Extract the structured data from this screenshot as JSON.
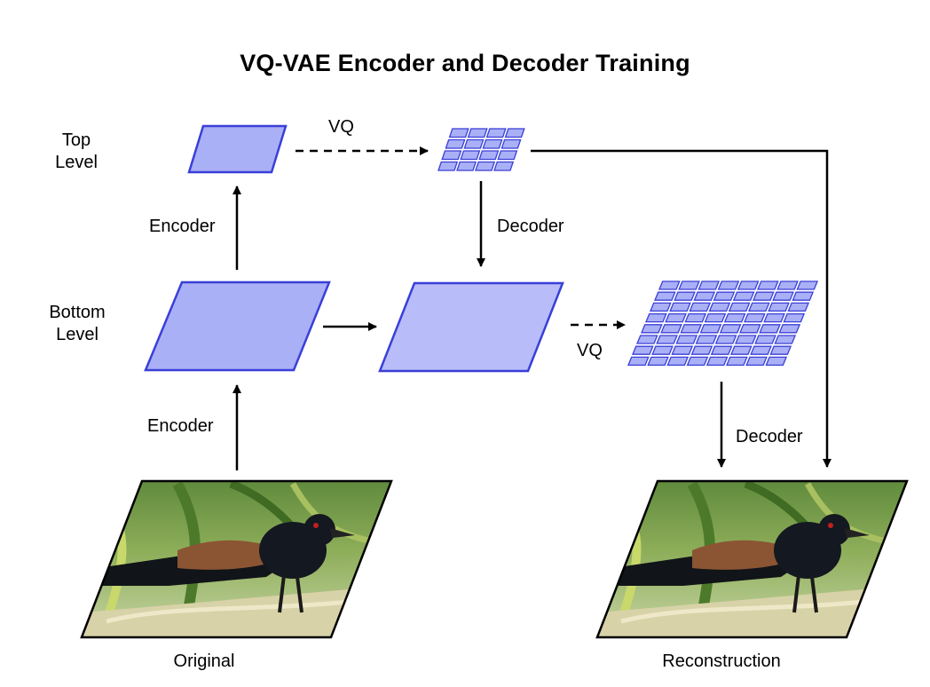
{
  "title": "VQ-VAE Encoder and Decoder Training",
  "levels": {
    "top_line1": "Top",
    "top_line2": "Level",
    "bottom_line1": "Bottom",
    "bottom_line2": "Level"
  },
  "labels": {
    "encoder_top": "Encoder",
    "encoder_bottom": "Encoder",
    "vq_top": "VQ",
    "vq_bottom": "VQ",
    "decoder_top": "Decoder",
    "decoder_bottom": "Decoder",
    "original": "Original",
    "reconstruction": "Reconstruction"
  },
  "grids": {
    "top_codes": {
      "rows": 4,
      "cols": 4
    },
    "bottom_codes": {
      "rows": 8,
      "cols": 8
    }
  },
  "colors": {
    "plane_fill": "#aab0f5",
    "plane_fill_light": "#b8bdfa",
    "plane_stroke": "#3a3fd8",
    "arrow": "#000000"
  },
  "images": {
    "original_icon": "bird-photo-icon",
    "reconstruction_icon": "bird-photo-icon"
  }
}
